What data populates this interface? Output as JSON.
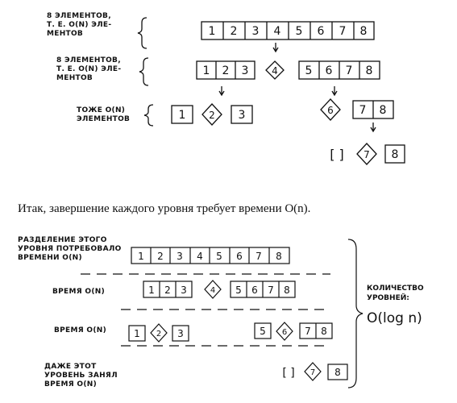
{
  "top": {
    "labels": [
      [
        "8 ЭЛЕМЕНТОВ,",
        "т. е. O(n) ЭЛЕ-",
        "МЕНТОВ"
      ],
      [
        "8 ЭЛЕМЕНТОВ,",
        "т. е. O(n) ЭЛЕ-",
        "МЕНТОВ"
      ],
      [
        "ТОЖЕ O(n)",
        "ЭЛЕМЕНТОВ"
      ]
    ],
    "row1": [
      "1",
      "2",
      "3",
      "4",
      "5",
      "6",
      "7",
      "8"
    ],
    "row2_left": [
      "1",
      "2",
      "3"
    ],
    "row2_pivot": "4",
    "row2_right": [
      "5",
      "6",
      "7",
      "8"
    ],
    "row3_left": [
      "1"
    ],
    "row3_pivot_left": "2",
    "row3_left2": [
      "3"
    ],
    "row3_pivot_right": "6",
    "row3_right": [
      "7",
      "8"
    ],
    "row4_empty": "[ ]",
    "row4_pivot": "7",
    "row4_right": [
      "8"
    ]
  },
  "caption": "Итак, завершение каждого уровня требует времени O(n).",
  "bottom": {
    "labels": [
      [
        "РАЗДЕЛЕНИЕ ЭТОГО",
        "УРОВНЯ ПОТРЕБОВАЛО",
        "ВРЕМЕНИ O(n)"
      ],
      [
        "ВРЕМЯ O(n)"
      ],
      [
        "ВРЕМЯ O(n)"
      ],
      [
        "ДАЖЕ ЭТОТ",
        "УРОВЕНЬ ЗАНЯЛ",
        "ВРЕМЯ O(n)"
      ]
    ],
    "levels_label": [
      "КОЛИЧЕСТВО",
      "УРОВНЕЙ:"
    ],
    "levels_value": "O(log n)",
    "row1": [
      "1",
      "2",
      "3",
      "4",
      "5",
      "6",
      "7",
      "8"
    ],
    "row2_left": [
      "1",
      "2",
      "3"
    ],
    "row2_pivot": "4",
    "row2_right": [
      "5",
      "6",
      "7",
      "8"
    ],
    "row3_left": [
      "1"
    ],
    "row3_pivot_left": "2",
    "row3_left2": [
      "3"
    ],
    "row3_right1": [
      "5"
    ],
    "row3_pivot_right": "6",
    "row3_right2": [
      "7",
      "8"
    ],
    "row4_empty": "[ ]",
    "row4_pivot": "7",
    "row4_right": [
      "8"
    ]
  }
}
